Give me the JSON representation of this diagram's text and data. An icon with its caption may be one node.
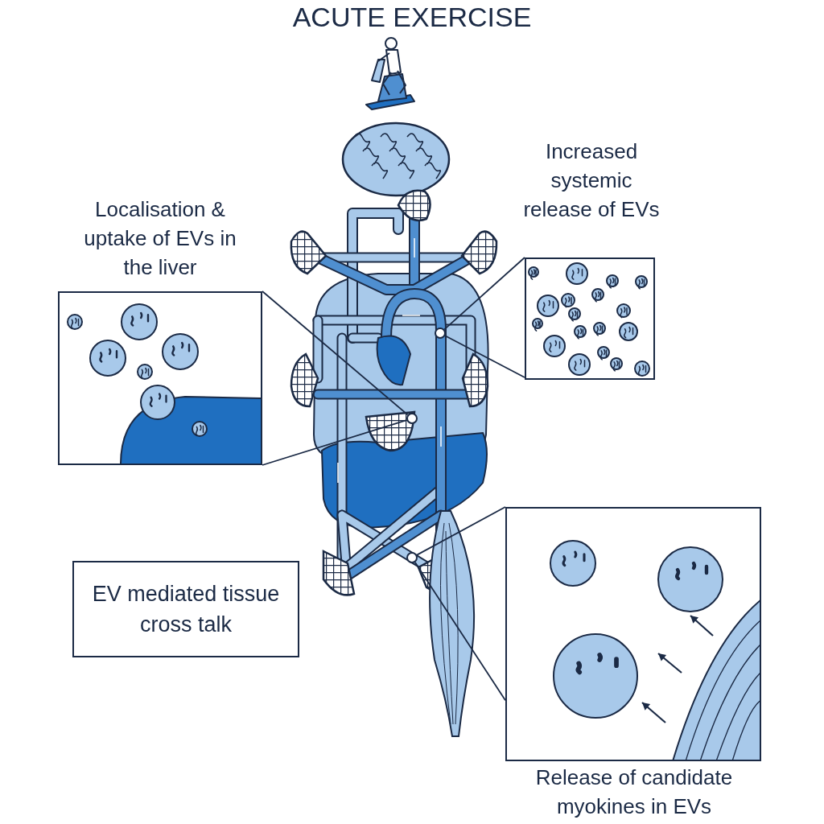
{
  "diagram": {
    "title": "ACUTE EXERCISE",
    "nodes": [
      {
        "text": [
          "Increased systemic release of EVs"
        ]
      },
      {
        "text": [
          "Localisation & uptake of EVs in the liver"
        ]
      },
      {
        "text": [
          "EV mediated tissue cross talk"
        ]
      },
      {
        "text": [
          "Release of candidate myokines in EVs"
        ]
      },
      {
        "text": [],
        "shape": "circle"
      },
      {
        "text": [],
        "shape": "circle"
      },
      {
        "text": [],
        "shape": "circle"
      }
    ],
    "edges": [
      {
        "from": 0,
        "to": 4,
        "arrow": "none"
      },
      {
        "from": 0,
        "to": 4,
        "arrow": "none"
      },
      {
        "from": 1,
        "to": 5,
        "arrow": "none"
      },
      {
        "from": 1,
        "to": 5,
        "arrow": "none"
      },
      {
        "from": 3,
        "to": 6,
        "arrow": "none"
      },
      {
        "from": 3,
        "to": 6,
        "arrow": "none"
      }
    ]
  }
}
